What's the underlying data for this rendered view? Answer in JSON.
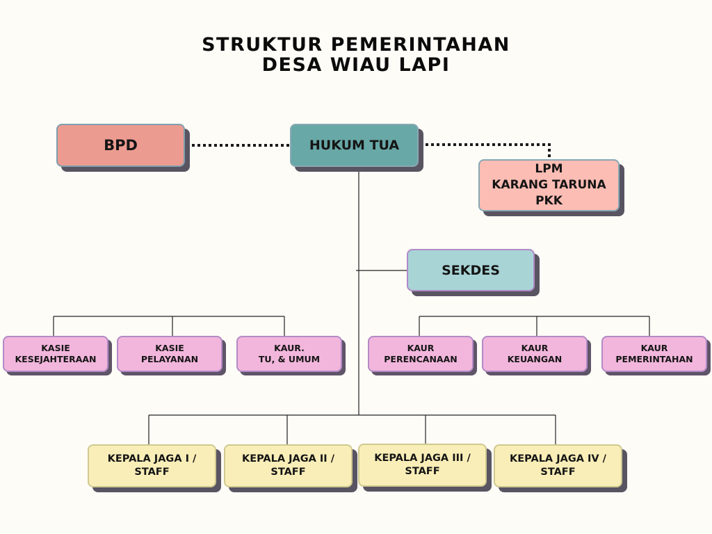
{
  "title": {
    "line1": "STRUKTUR PEMERINTAHAN",
    "line2": "DESA WIAU LAPI"
  },
  "nodes": {
    "bpd": "BPD",
    "hukum_tua": "HUKUM TUA",
    "lpm": [
      "LPM",
      "KARANG TARUNA",
      "PKK"
    ],
    "sekdes": "SEKDES",
    "kasie_kesejahteraan": [
      "KASIE",
      "KESEJAHTERAAN"
    ],
    "kasie_pelayanan": [
      "KASIE",
      "PELAYANAN"
    ],
    "kaur_tu_umum": [
      "KAUR.",
      "TU, & UMUM"
    ],
    "kaur_perencanaan": [
      "KAUR",
      "PERENCANAAN"
    ],
    "kaur_keuangan": [
      "KAUR",
      "KEUANGAN"
    ],
    "kaur_pemerintahan": [
      "KAUR",
      "PEMERINTAHAN"
    ],
    "kepala_jaga_1": [
      "KEPALA JAGA I /",
      "STAFF"
    ],
    "kepala_jaga_2": [
      "KEPALA JAGA II /",
      "STAFF"
    ],
    "kepala_jaga_3": [
      "KEPALA JAGA III /",
      "STAFF"
    ],
    "kepala_jaga_4": [
      "KEPALA JAGA IV /",
      "STAFF"
    ]
  }
}
